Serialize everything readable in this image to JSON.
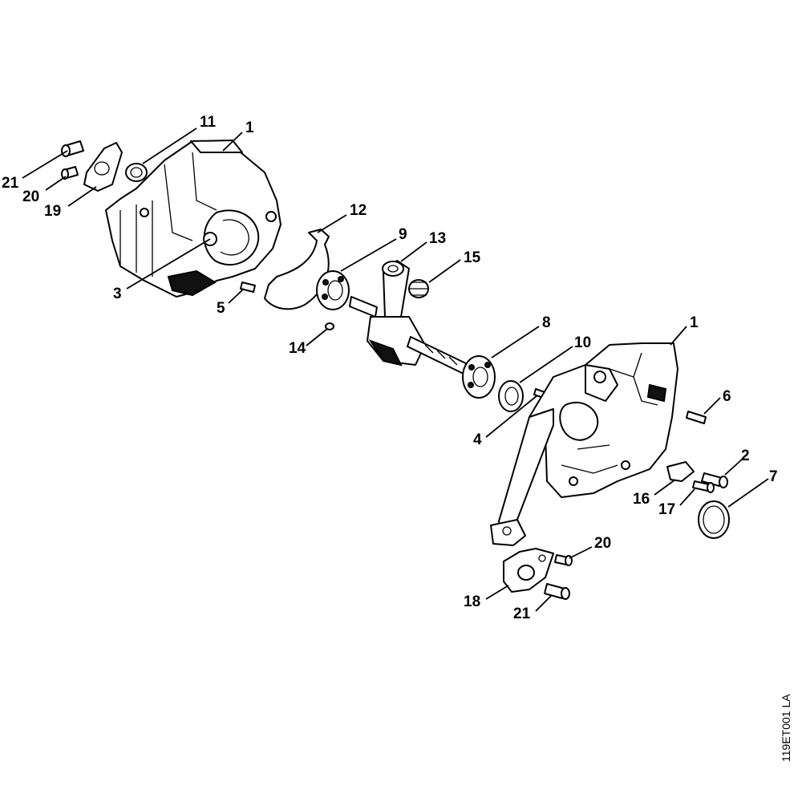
{
  "diagram": {
    "drawing_code": "119ET001 LA",
    "callouts": [
      {
        "id": "c-11",
        "label": "11"
      },
      {
        "id": "c-1-top",
        "label": "1"
      },
      {
        "id": "c-21-top",
        "label": "21"
      },
      {
        "id": "c-20-top",
        "label": "20"
      },
      {
        "id": "c-19",
        "label": "19"
      },
      {
        "id": "c-12",
        "label": "12"
      },
      {
        "id": "c-9",
        "label": "9"
      },
      {
        "id": "c-13",
        "label": "13"
      },
      {
        "id": "c-15",
        "label": "15"
      },
      {
        "id": "c-3",
        "label": "3"
      },
      {
        "id": "c-5",
        "label": "5"
      },
      {
        "id": "c-14",
        "label": "14"
      },
      {
        "id": "c-8",
        "label": "8"
      },
      {
        "id": "c-10",
        "label": "10"
      },
      {
        "id": "c-1-right",
        "label": "1"
      },
      {
        "id": "c-6",
        "label": "6"
      },
      {
        "id": "c-4",
        "label": "4"
      },
      {
        "id": "c-2",
        "label": "2"
      },
      {
        "id": "c-7",
        "label": "7"
      },
      {
        "id": "c-16",
        "label": "16"
      },
      {
        "id": "c-17",
        "label": "17"
      },
      {
        "id": "c-20-bottom",
        "label": "20"
      },
      {
        "id": "c-18",
        "label": "18"
      },
      {
        "id": "c-21-bottom",
        "label": "21"
      }
    ]
  }
}
